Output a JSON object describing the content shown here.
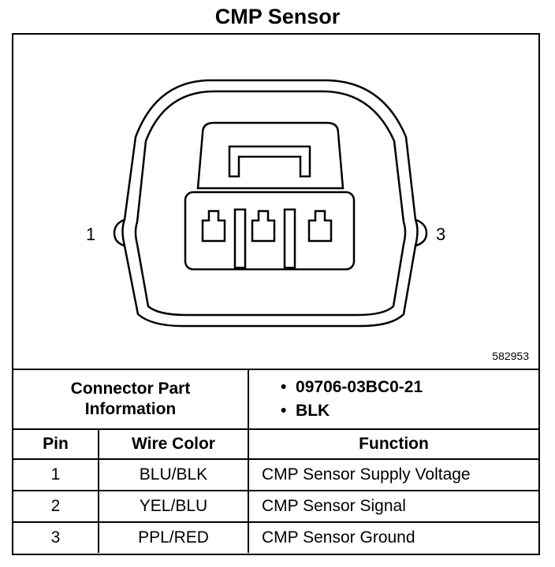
{
  "title": "CMP Sensor",
  "diagram": {
    "pin_left": "1",
    "pin_right": "3",
    "figure_id": "582953"
  },
  "connector_info": {
    "label": "Connector Part Information",
    "label_line1": "Connector Part",
    "label_line2": "Information",
    "items": [
      "09706-03BC0-21",
      "BLK"
    ]
  },
  "table": {
    "headers": {
      "pin": "Pin",
      "wire_color": "Wire Color",
      "function": "Function"
    },
    "rows": [
      {
        "pin": "1",
        "wire_color": "BLU/BLK",
        "function": "CMP Sensor Supply Voltage"
      },
      {
        "pin": "2",
        "wire_color": "YEL/BLU",
        "function": "CMP Sensor Signal"
      },
      {
        "pin": "3",
        "wire_color": "PPL/RED",
        "function": "CMP Sensor Ground"
      }
    ]
  }
}
